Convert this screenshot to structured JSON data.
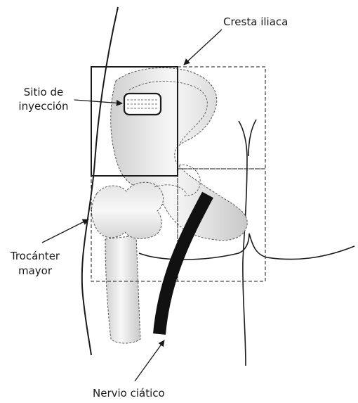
{
  "labels": {
    "iliac_crest": "Cresta iliaca",
    "injection_site_line1": "Sitio de",
    "injection_site_line2": "inyección",
    "greater_trochanter_line1": "Trocánter",
    "greater_trochanter_line2": "mayor",
    "sciatic_nerve": "Nervio ciático"
  },
  "colors": {
    "outline": "#1a1a1a",
    "bone_light": "#f4f4f4",
    "bone_mid": "#d2d2d2",
    "nerve": "#111111",
    "background": "#ffffff"
  }
}
